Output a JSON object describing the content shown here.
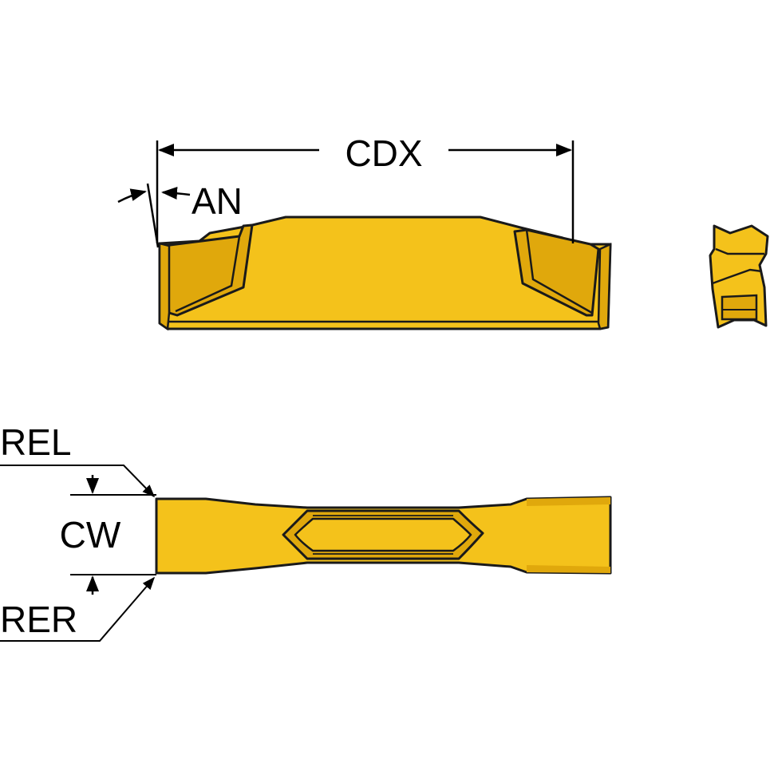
{
  "labels": {
    "cdx": "CDX",
    "an": "AN",
    "rel": "REL",
    "cw": "CW",
    "rer": "RER"
  },
  "colors": {
    "insert_fill": "#F4C21B",
    "insert_shade": "#E0A80C",
    "outline": "#1a1a1a",
    "dimension_line": "#000000",
    "background": "#ffffff"
  }
}
